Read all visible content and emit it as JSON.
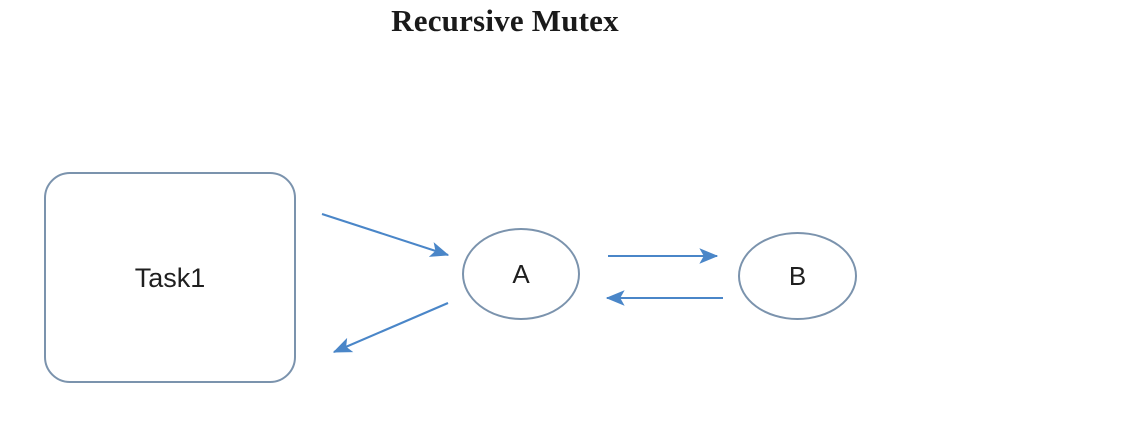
{
  "diagram": {
    "title": "Recursive Mutex",
    "background_color": "#ffffff",
    "shape_border_color": "#7b93ad",
    "arrow_color": "#4a86c8",
    "text_color": "#1f1f1f",
    "nodes": [
      {
        "id": "task1",
        "label": "Task1",
        "shape": "rounded-rectangle"
      },
      {
        "id": "a",
        "label": "A",
        "shape": "ellipse"
      },
      {
        "id": "b",
        "label": "B",
        "shape": "ellipse"
      }
    ],
    "edges": [
      {
        "id": "task1-to-a",
        "from": "task1",
        "to": "a",
        "label": "",
        "direction": "forward"
      },
      {
        "id": "a-to-task1",
        "from": "a",
        "to": "task1",
        "label": "",
        "direction": "forward"
      },
      {
        "id": "a-to-b",
        "from": "a",
        "to": "b",
        "label": "",
        "direction": "forward"
      },
      {
        "id": "b-to-a",
        "from": "b",
        "to": "a",
        "label": "",
        "direction": "forward"
      }
    ]
  }
}
